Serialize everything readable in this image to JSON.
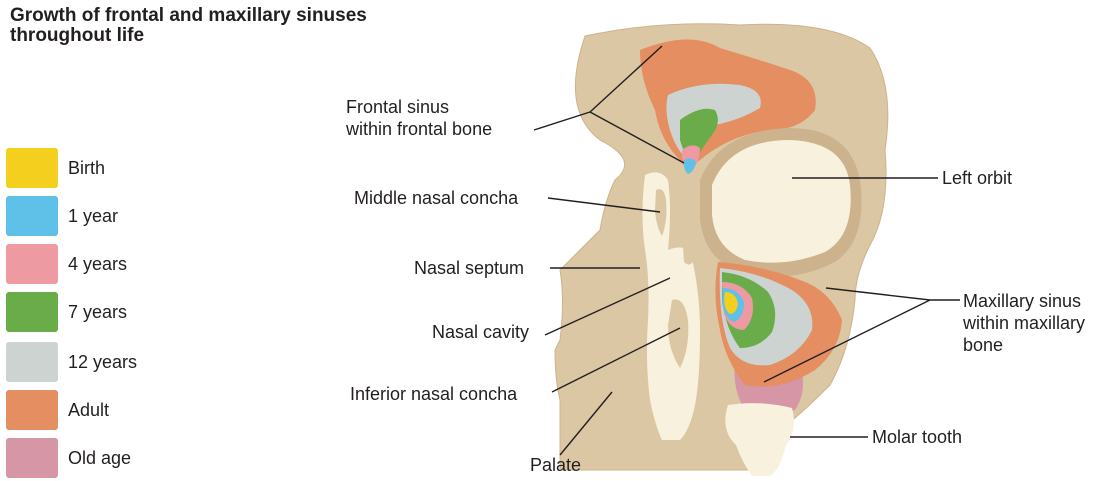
{
  "title": "Growth of frontal and maxillary sinuses throughout life",
  "legend": [
    {
      "label": "Birth",
      "color": "#f5cf1e"
    },
    {
      "label": "1 year",
      "color": "#5fc0e8"
    },
    {
      "label": "4 years",
      "color": "#ee9aa2"
    },
    {
      "label": "7 years",
      "color": "#6aac4a"
    },
    {
      "label": "12 years",
      "color": "#cdd3d1"
    },
    {
      "label": "Adult",
      "color": "#e48e62"
    },
    {
      "label": "Old age",
      "color": "#d696a6"
    }
  ],
  "labels": {
    "frontal_sinus_line1": "Frontal sinus",
    "frontal_sinus_line2": "within frontal bone",
    "middle_nasal_concha": "Middle nasal concha",
    "nasal_septum": "Nasal septum",
    "nasal_cavity": "Nasal cavity",
    "inferior_nasal_concha": "Inferior nasal concha",
    "palate": "Palate",
    "left_orbit": "Left orbit",
    "maxillary_sinus_line1": "Maxillary sinus",
    "maxillary_sinus_line2": "within maxillary",
    "maxillary_sinus_line3": "bone",
    "molar_tooth": "Molar tooth"
  },
  "colors": {
    "bone": "#dcc7a4",
    "bone_edge": "#cdb38d",
    "cavity": "#f8f1dd",
    "leader_line": "#231f20"
  }
}
